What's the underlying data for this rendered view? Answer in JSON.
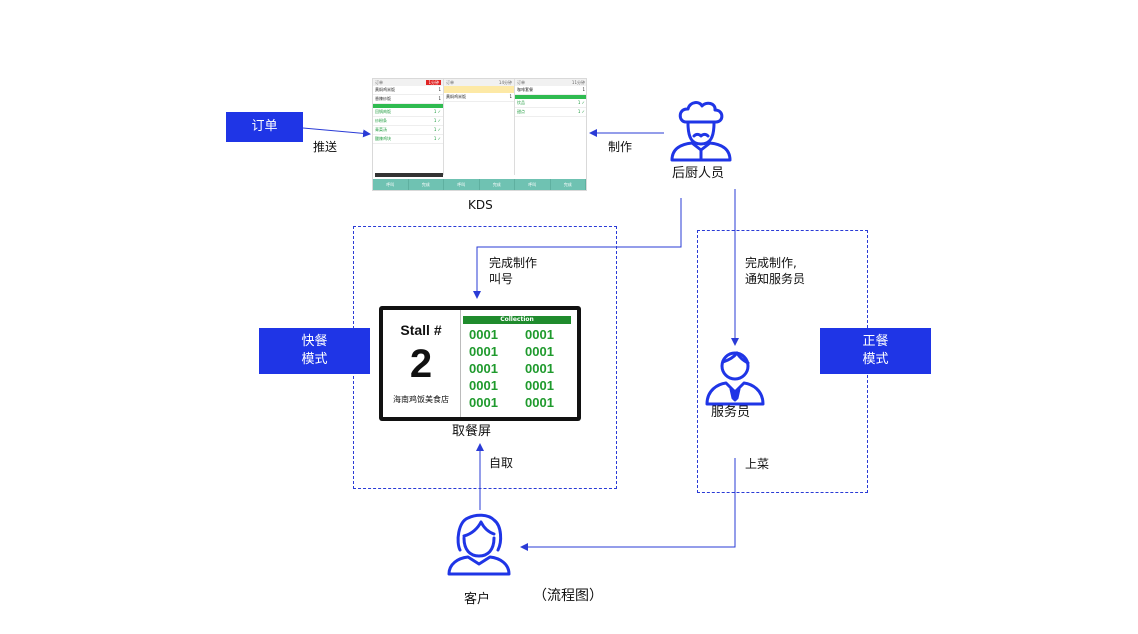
{
  "boxes": {
    "order": "订单",
    "fast_mode": "快餐\n模式",
    "formal_mode": "正餐\n模式"
  },
  "labels": {
    "push": "推送",
    "produce": "制作",
    "kds": "KDS",
    "chef": "后厨人员",
    "done_call": "完成制作\n叫号",
    "done_notify": "完成制作,\n通知服务员",
    "waiter": "服务员",
    "pickup_screen": "取餐屏",
    "self_pick": "自取",
    "serve": "上菜",
    "customer": "客户",
    "caption": "（流程图）"
  },
  "pickup": {
    "stall_title": "Stall #",
    "stall_number": "2",
    "stall_name": "海南鸡饭美食店",
    "collection_header": "Collection",
    "numbers": [
      "0001",
      "0001",
      "0001",
      "0001",
      "0001",
      "0001",
      "0001",
      "0001",
      "0001",
      "0001"
    ]
  },
  "colors": {
    "accent": "#1f35e6",
    "green": "#1f9a2d"
  }
}
